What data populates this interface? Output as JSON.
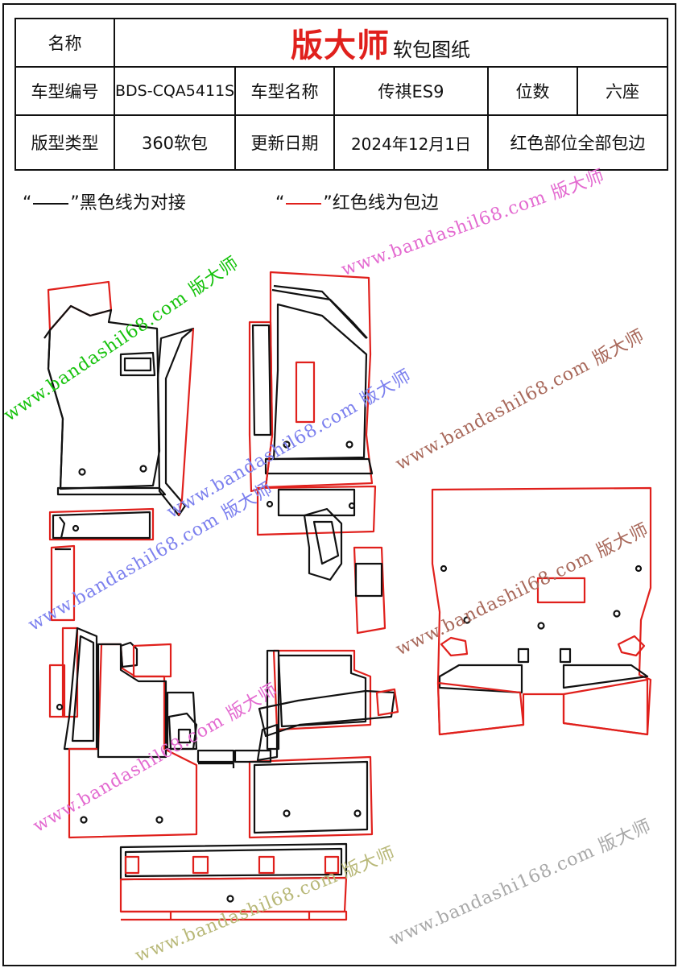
{
  "table": {
    "row1": {
      "label": "名称",
      "brand": "版大师",
      "brand_sub": "软包图纸"
    },
    "row2": {
      "label": "车型编号",
      "code": "BDS-CQA5411S",
      "name_label": "车型名称",
      "name": "传祺ES9",
      "seats_label": "位数",
      "seats": "六座"
    },
    "row3": {
      "label": "版型类型",
      "type": "360软包",
      "date_label": "更新日期",
      "date": "2024年12月1日",
      "note": "红色部位全部包边"
    }
  },
  "legend": {
    "black": {
      "open": "“",
      "close": "”黑色线为对接"
    },
    "red": {
      "open": "“",
      "close": "”红色线为包边"
    }
  },
  "watermark": {
    "url": "www.bandashi168.com",
    "cn": "版大师",
    "url_alt": "www.bandashil68.com"
  },
  "colors": {
    "edge_red": "#e0201c",
    "joint_black": "#111111",
    "wm_green": "#16c20c",
    "wm_pink": "#e36ad0",
    "wm_brown": "#a8685a",
    "wm_blue": "#7c80ee",
    "wm_olive": "#b8b878"
  }
}
